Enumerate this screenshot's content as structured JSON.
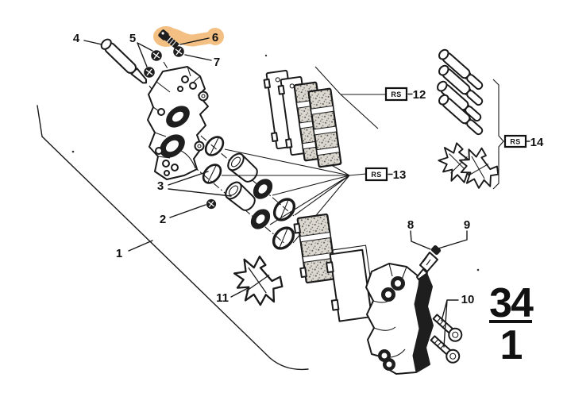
{
  "diagram": {
    "page_code_top": "34",
    "page_code_bottom": "1",
    "highlight_color": "#f1b267",
    "line_color": "#1a1a1a",
    "highlighted_callout": "6",
    "callouts": {
      "c1": "1",
      "c2": "2",
      "c3": "3",
      "c4": "4",
      "c5": "5",
      "c6": "6",
      "c7": "7",
      "c8": "8",
      "c9": "9",
      "c10": "10",
      "c11": "11",
      "c12": "12",
      "c13": "13",
      "c14": "14"
    },
    "kit_badges": {
      "b12": "RS",
      "b13": "RS",
      "b14": "RS"
    }
  }
}
